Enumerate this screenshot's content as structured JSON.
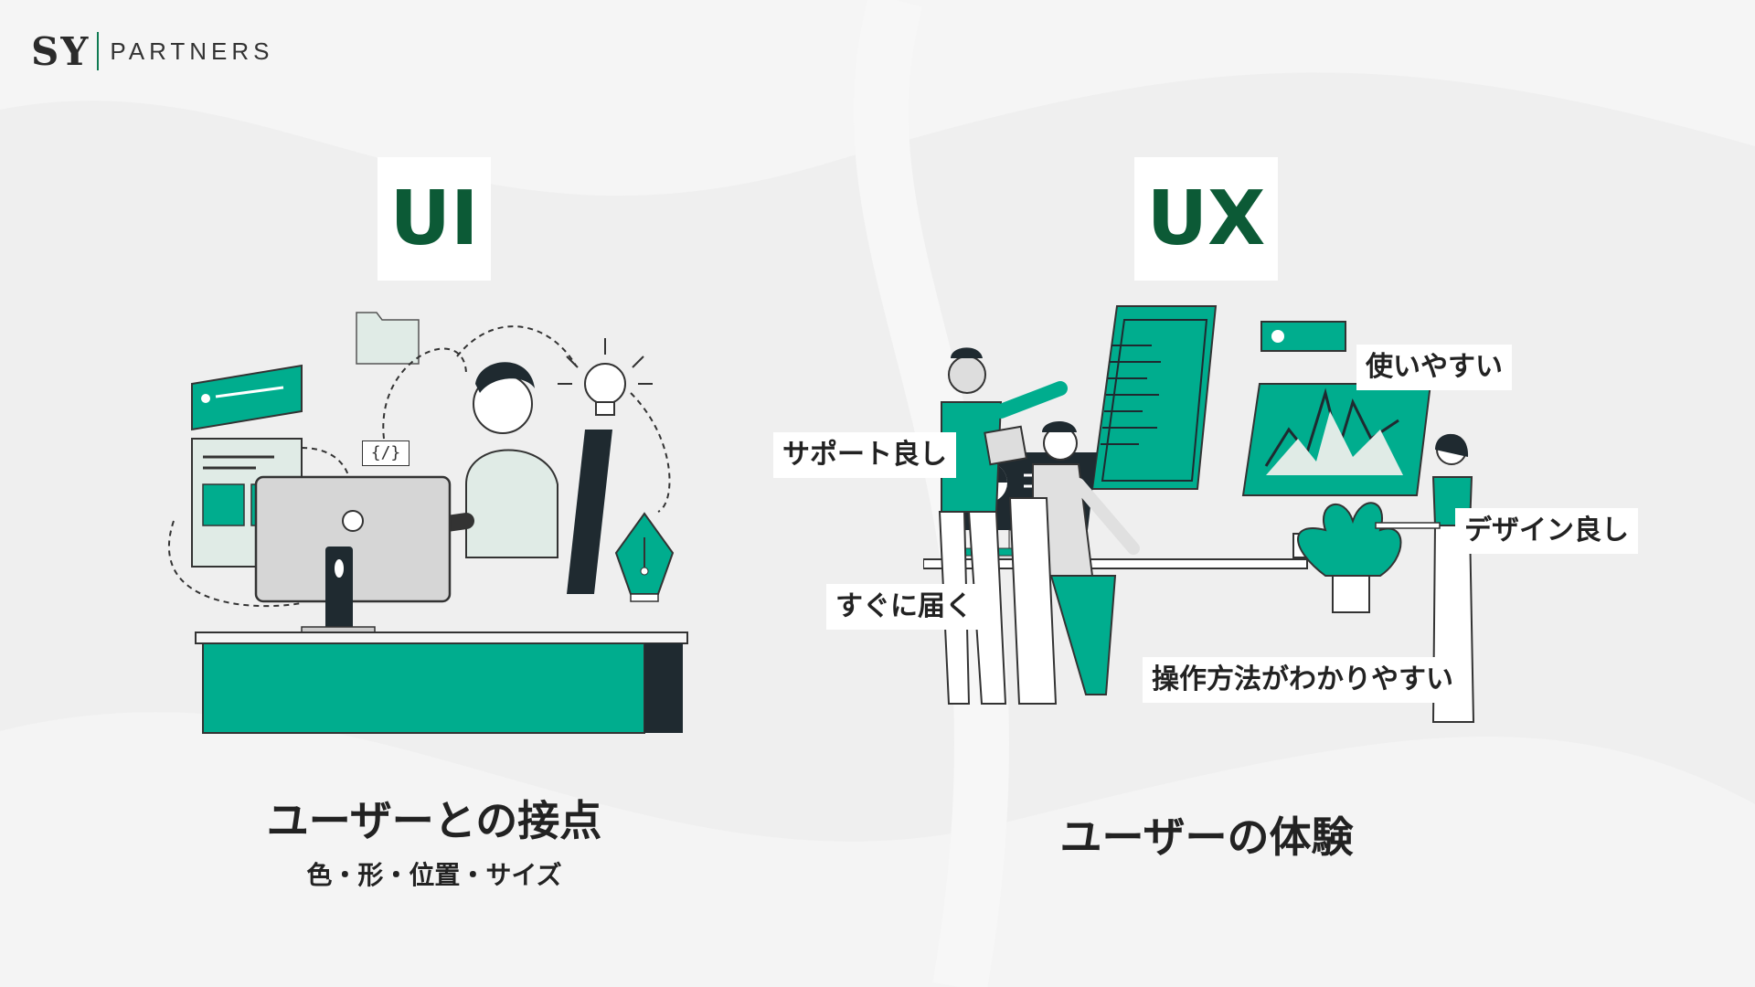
{
  "logo": {
    "mark": "SY",
    "name": "PARTNERS"
  },
  "ui": {
    "title": "UI",
    "caption": "ユーザーとの接点",
    "subcaption": "色・形・位置・サイズ",
    "code_tag": "{/}"
  },
  "ux": {
    "title": "UX",
    "caption": "ユーザーの体験",
    "labels": {
      "easy_use": "使いやすい",
      "support": "サポート良し",
      "design": "デザイン良し",
      "quick": "すぐに届く",
      "operation": "操作方法がわかりやすい"
    }
  },
  "colors": {
    "accent": "#00ad8e",
    "title_text": "#0c5a36",
    "dark": "#1f2a30",
    "background": "#efefef"
  }
}
